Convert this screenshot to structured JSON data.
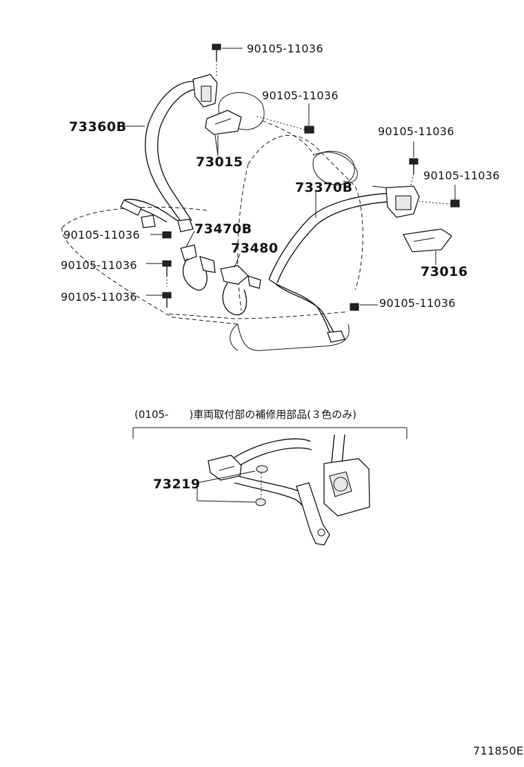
{
  "labels": {
    "bolt_top": "90105-11036",
    "bolt_center": "90105-11036",
    "bolt_right_a": "90105-11036",
    "bolt_right_b": "90105-11036",
    "bolt_left_a": "90105-11036",
    "bolt_left_b": "90105-11036",
    "bolt_left_c": "90105-11036",
    "bolt_right_c": "90105-11036",
    "belt_left": "73360B",
    "bracket_center": "73015",
    "belt_right": "73370B",
    "buckle_left": "73470B",
    "buckle_center": "73480",
    "bracket_right": "73016",
    "repair_part": "73219"
  },
  "inset_caption": "(0105-　　)車両取付部の補修用部品(３色のみ)",
  "figure_code": "711850E"
}
